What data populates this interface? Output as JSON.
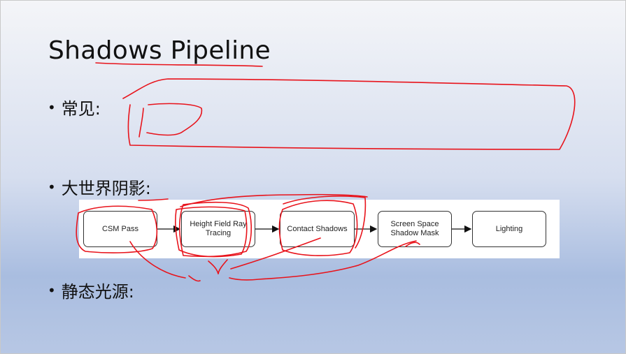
{
  "slide": {
    "title": "Shadows Pipeline",
    "bullets": [
      {
        "marker": "•",
        "text": "常见:"
      },
      {
        "marker": "•",
        "text": "大世界阴影:"
      },
      {
        "marker": "•",
        "text": "静态光源:"
      }
    ]
  },
  "pipeline": {
    "nodes": [
      "CSM Pass",
      "Height Field Ray Tracing",
      "Contact Shadows",
      "Screen Space Shadow Mask",
      "Lighting"
    ]
  },
  "annotation_color": "#e8131b"
}
